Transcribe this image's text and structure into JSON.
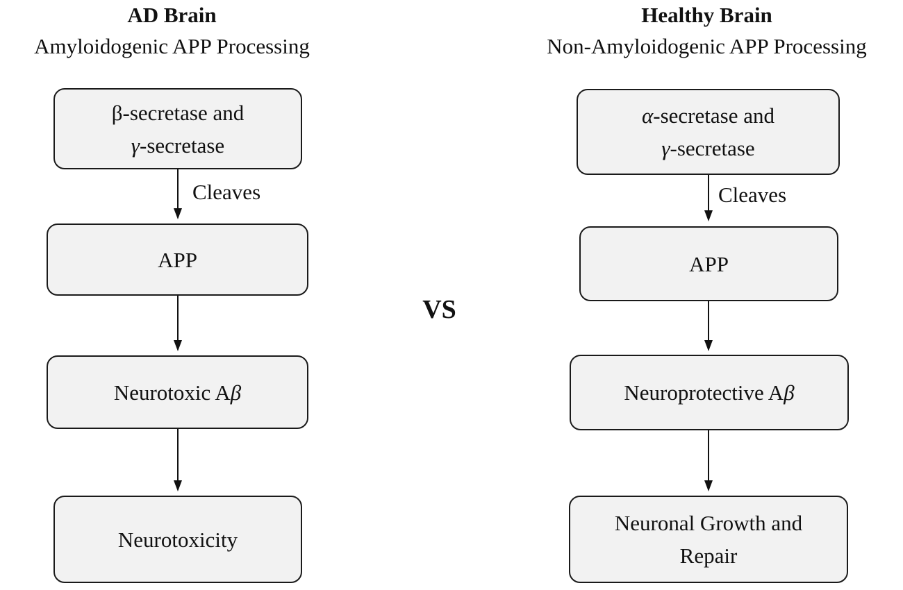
{
  "left": {
    "title": "AD Brain",
    "subtitle": "Amyloidogenic APP Processing",
    "enzyme_line1_sym": "β",
    "enzyme_line1_rest": "-secretase and",
    "enzyme_line2_sym": "γ",
    "enzyme_line2_rest": "-secretase",
    "cleaves_label": "Cleaves",
    "app": "APP",
    "abeta_prefix": "Neurotoxic A",
    "abeta_sym": "β",
    "outcome": "Neurotoxicity"
  },
  "center": {
    "vs": "VS"
  },
  "right": {
    "title": "Healthy Brain",
    "subtitle": "Non-Amyloidogenic APP Processing",
    "enzyme_line1_sym": "α",
    "enzyme_line1_rest": "-secretase and",
    "enzyme_line2_sym": "γ",
    "enzyme_line2_rest": "-secretase",
    "cleaves_label": "Cleaves",
    "app": "APP",
    "abeta_prefix": "Neuroprotective A",
    "abeta_sym": "β",
    "outcome_line1": "Neuronal Growth and",
    "outcome_line2": "Repair"
  }
}
